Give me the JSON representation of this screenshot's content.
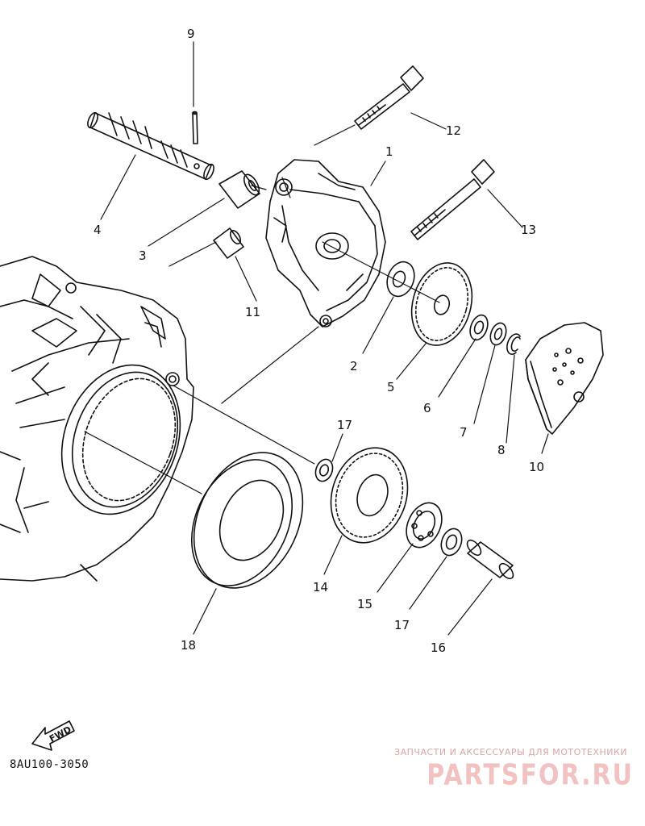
{
  "callouts": {
    "c1": "1",
    "c2": "2",
    "c3": "3",
    "c4": "4",
    "c5": "5",
    "c6": "6",
    "c7": "7",
    "c8": "8",
    "c9": "9",
    "c10": "10",
    "c11": "11",
    "c12": "12",
    "c13": "13",
    "c14": "14",
    "c15": "15",
    "c16": "16",
    "c17a": "17",
    "c17b": "17",
    "c18": "18"
  },
  "fwd_label": "FWD",
  "diagram_code": "8AU100-3050",
  "watermark": {
    "tagline": "ЗАПЧАСТИ И АКСЕССУАРЫ ДЛЯ МОТОТЕХНИКИ",
    "brand": "PARTSFOR.RU",
    "color": "#f2c2c2"
  },
  "line_color": "#111111"
}
